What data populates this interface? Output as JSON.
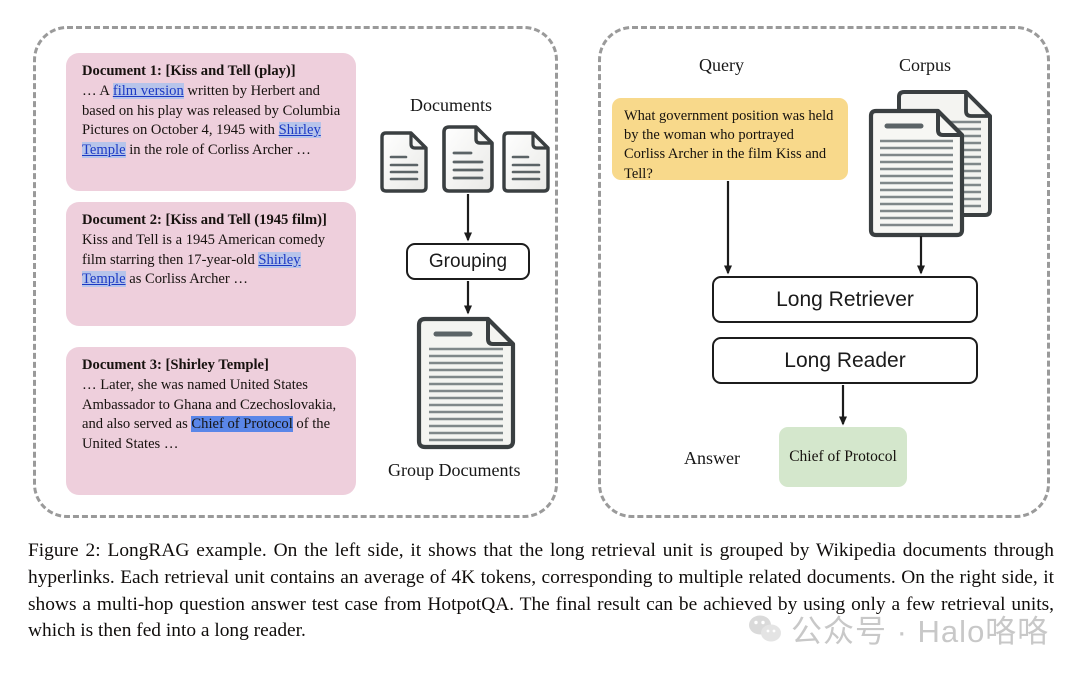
{
  "figure": {
    "caption_label": "Figure 2:",
    "caption_text": " LongRAG example.  On the left side, it shows that the long retrieval unit is grouped by Wikipedia documents through hyperlinks.  Each retrieval unit contains an average of 4K tokens, corresponding to multiple related documents.  On the right side, it shows a multi-hop question answer test case from HotpotQA.  The final result can be achieved by using only a few retrieval units, which is then fed into a long reader."
  },
  "left_panel": {
    "documents": [
      {
        "title": "Document 1: [Kiss and Tell (play)]",
        "body_pre": "… A ",
        "link1": "film version",
        "body_mid": " written by Herbert and based on his play was released by Columbia Pictures on October 4, 1945 with ",
        "link2": "Shirley Temple",
        "body_post": " in the role of Corliss Archer …"
      },
      {
        "title": "Document 2: [Kiss and Tell (1945 film)]",
        "body_pre": "Kiss and Tell is a 1945 American comedy film starring then 17-year-old ",
        "link1": "Shirley Temple",
        "body_post": " as Corliss Archer …"
      },
      {
        "title": "Document 3: [Shirley Temple]",
        "body_pre": "… Later, she was named United States Ambassador to Ghana and Czechoslovakia, and also served as ",
        "highlight": "Chief of Protocol",
        "body_post": " of the United States …"
      }
    ]
  },
  "center_column": {
    "documents_label": "Documents",
    "grouping_label": "Grouping",
    "group_documents_label": "Group Documents"
  },
  "right_panel": {
    "query_label": "Query",
    "corpus_label": "Corpus",
    "answer_label": "Answer",
    "query_text": "What government position was held by the woman who portrayed Corliss Archer in the film Kiss and Tell?",
    "long_retriever_label": "Long Retriever",
    "long_reader_label": "Long Reader",
    "answer_text": "Chief of Protocol"
  },
  "watermark": {
    "text": "公众号 · Halo咯咯"
  },
  "colors": {
    "document_card": "#eecfdc",
    "query_box": "#f8d98b",
    "answer_box": "#d4e7cc",
    "link_highlight": "#b7c4ea",
    "selection_highlight": "#5a86e8",
    "panel_border": "#9a9a9a",
    "stroke": "#1c1c1c"
  }
}
